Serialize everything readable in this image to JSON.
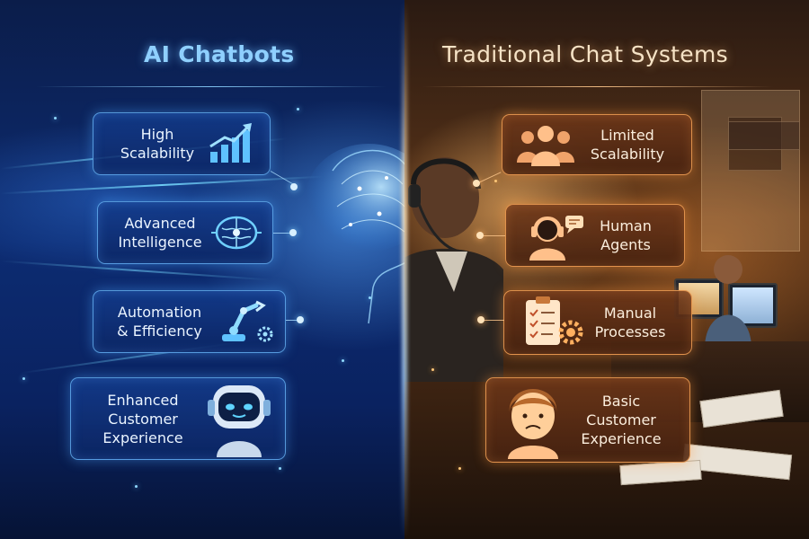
{
  "left": {
    "title": "AI Chatbots",
    "items": [
      {
        "label": "High\nScalability",
        "icon": "bar-chart-growth-icon"
      },
      {
        "label": "Advanced\nIntelligence",
        "icon": "brain-circuit-icon"
      },
      {
        "label": "Automation\n& Efficiency",
        "icon": "robot-arm-icon"
      },
      {
        "label": "Enhanced\nCustomer\nExperience",
        "icon": "robot-face-icon"
      }
    ]
  },
  "right": {
    "title": "Traditional Chat Systems",
    "items": [
      {
        "label": "Limited\nScalability",
        "icon": "people-group-icon"
      },
      {
        "label": "Human\nAgents",
        "icon": "headset-agent-icon"
      },
      {
        "label": "Manual\nProcesses",
        "icon": "checklist-gear-icon"
      },
      {
        "label": "Basic\nCustomer\nExperience",
        "icon": "sad-face-icon"
      }
    ]
  },
  "colors": {
    "ai_accent": "#6cc8ff",
    "traditional_accent": "#ffad4a"
  }
}
